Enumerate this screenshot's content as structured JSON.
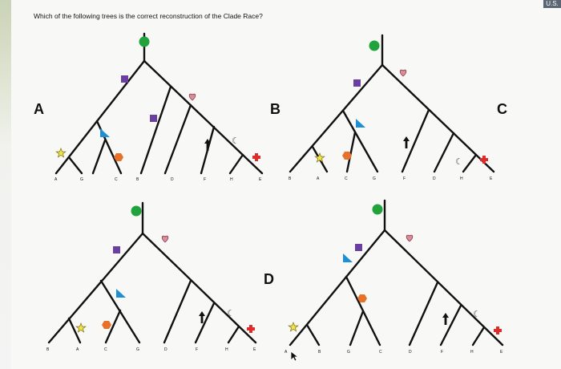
{
  "question": "Which of the following trees is the correct reconstruction of the Clade Race?",
  "top_chip": "U.S.",
  "options": [
    "A",
    "B",
    "C",
    "D"
  ],
  "trees": [
    {
      "id": "A",
      "tips": [
        "A",
        "G",
        "C",
        "B",
        "D",
        "F",
        "H",
        "E"
      ]
    },
    {
      "id": "B",
      "tips": [
        "B",
        "A",
        "C",
        "G",
        "F",
        "D",
        "H",
        "E"
      ]
    },
    {
      "id": "C",
      "tips": [
        "B",
        "A",
        "C",
        "G",
        "D",
        "F",
        "H",
        "E"
      ]
    },
    {
      "id": "D",
      "tips": [
        "A",
        "B",
        "G",
        "C",
        "D",
        "F",
        "H",
        "E"
      ]
    }
  ],
  "colors": {
    "green_circle": "#1fa33a",
    "purple_square": "#6b3fa0",
    "pink_heart": "#e08a9a",
    "blue_triangle": "#1f8fd4",
    "orange_hexagon": "#e8702a",
    "red_cross": "#e02b2b",
    "yellow_star": "#f3e34a",
    "black_arrow": "#111111",
    "moon": "#555555"
  }
}
